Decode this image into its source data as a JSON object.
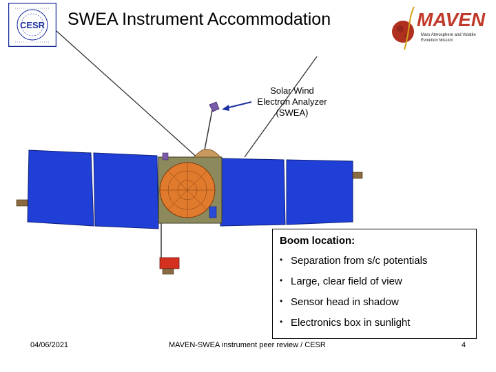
{
  "header": {
    "title": "SWEA Instrument Accommodation",
    "logo_left": {
      "icon": "cesr-logo",
      "text": "CESR"
    },
    "logo_right": {
      "icon": "maven-logo",
      "text": "MAVEN",
      "subtitle": "Mars Atmosphere and Volatile Evolution Mission"
    }
  },
  "callout": {
    "lines": [
      "Solar Wind",
      "Electron Analyzer",
      "(SWEA)"
    ]
  },
  "info": {
    "heading": "Boom location:",
    "bullets": [
      "Separation from s/c potentials",
      "Large, clear field of view",
      "Sensor head in shadow",
      "Electronics box in sunlight"
    ]
  },
  "footer": {
    "date": "04/06/2021",
    "center": "MAVEN-SWEA instrument peer review / CESR",
    "page": "4"
  },
  "colors": {
    "panel_blue": "#1f3fd6",
    "panel_dark": "#1a2fa0",
    "dish_orange": "#e07a2c",
    "bus_olive": "#8c8a5c",
    "maven_red": "#c0392b"
  }
}
